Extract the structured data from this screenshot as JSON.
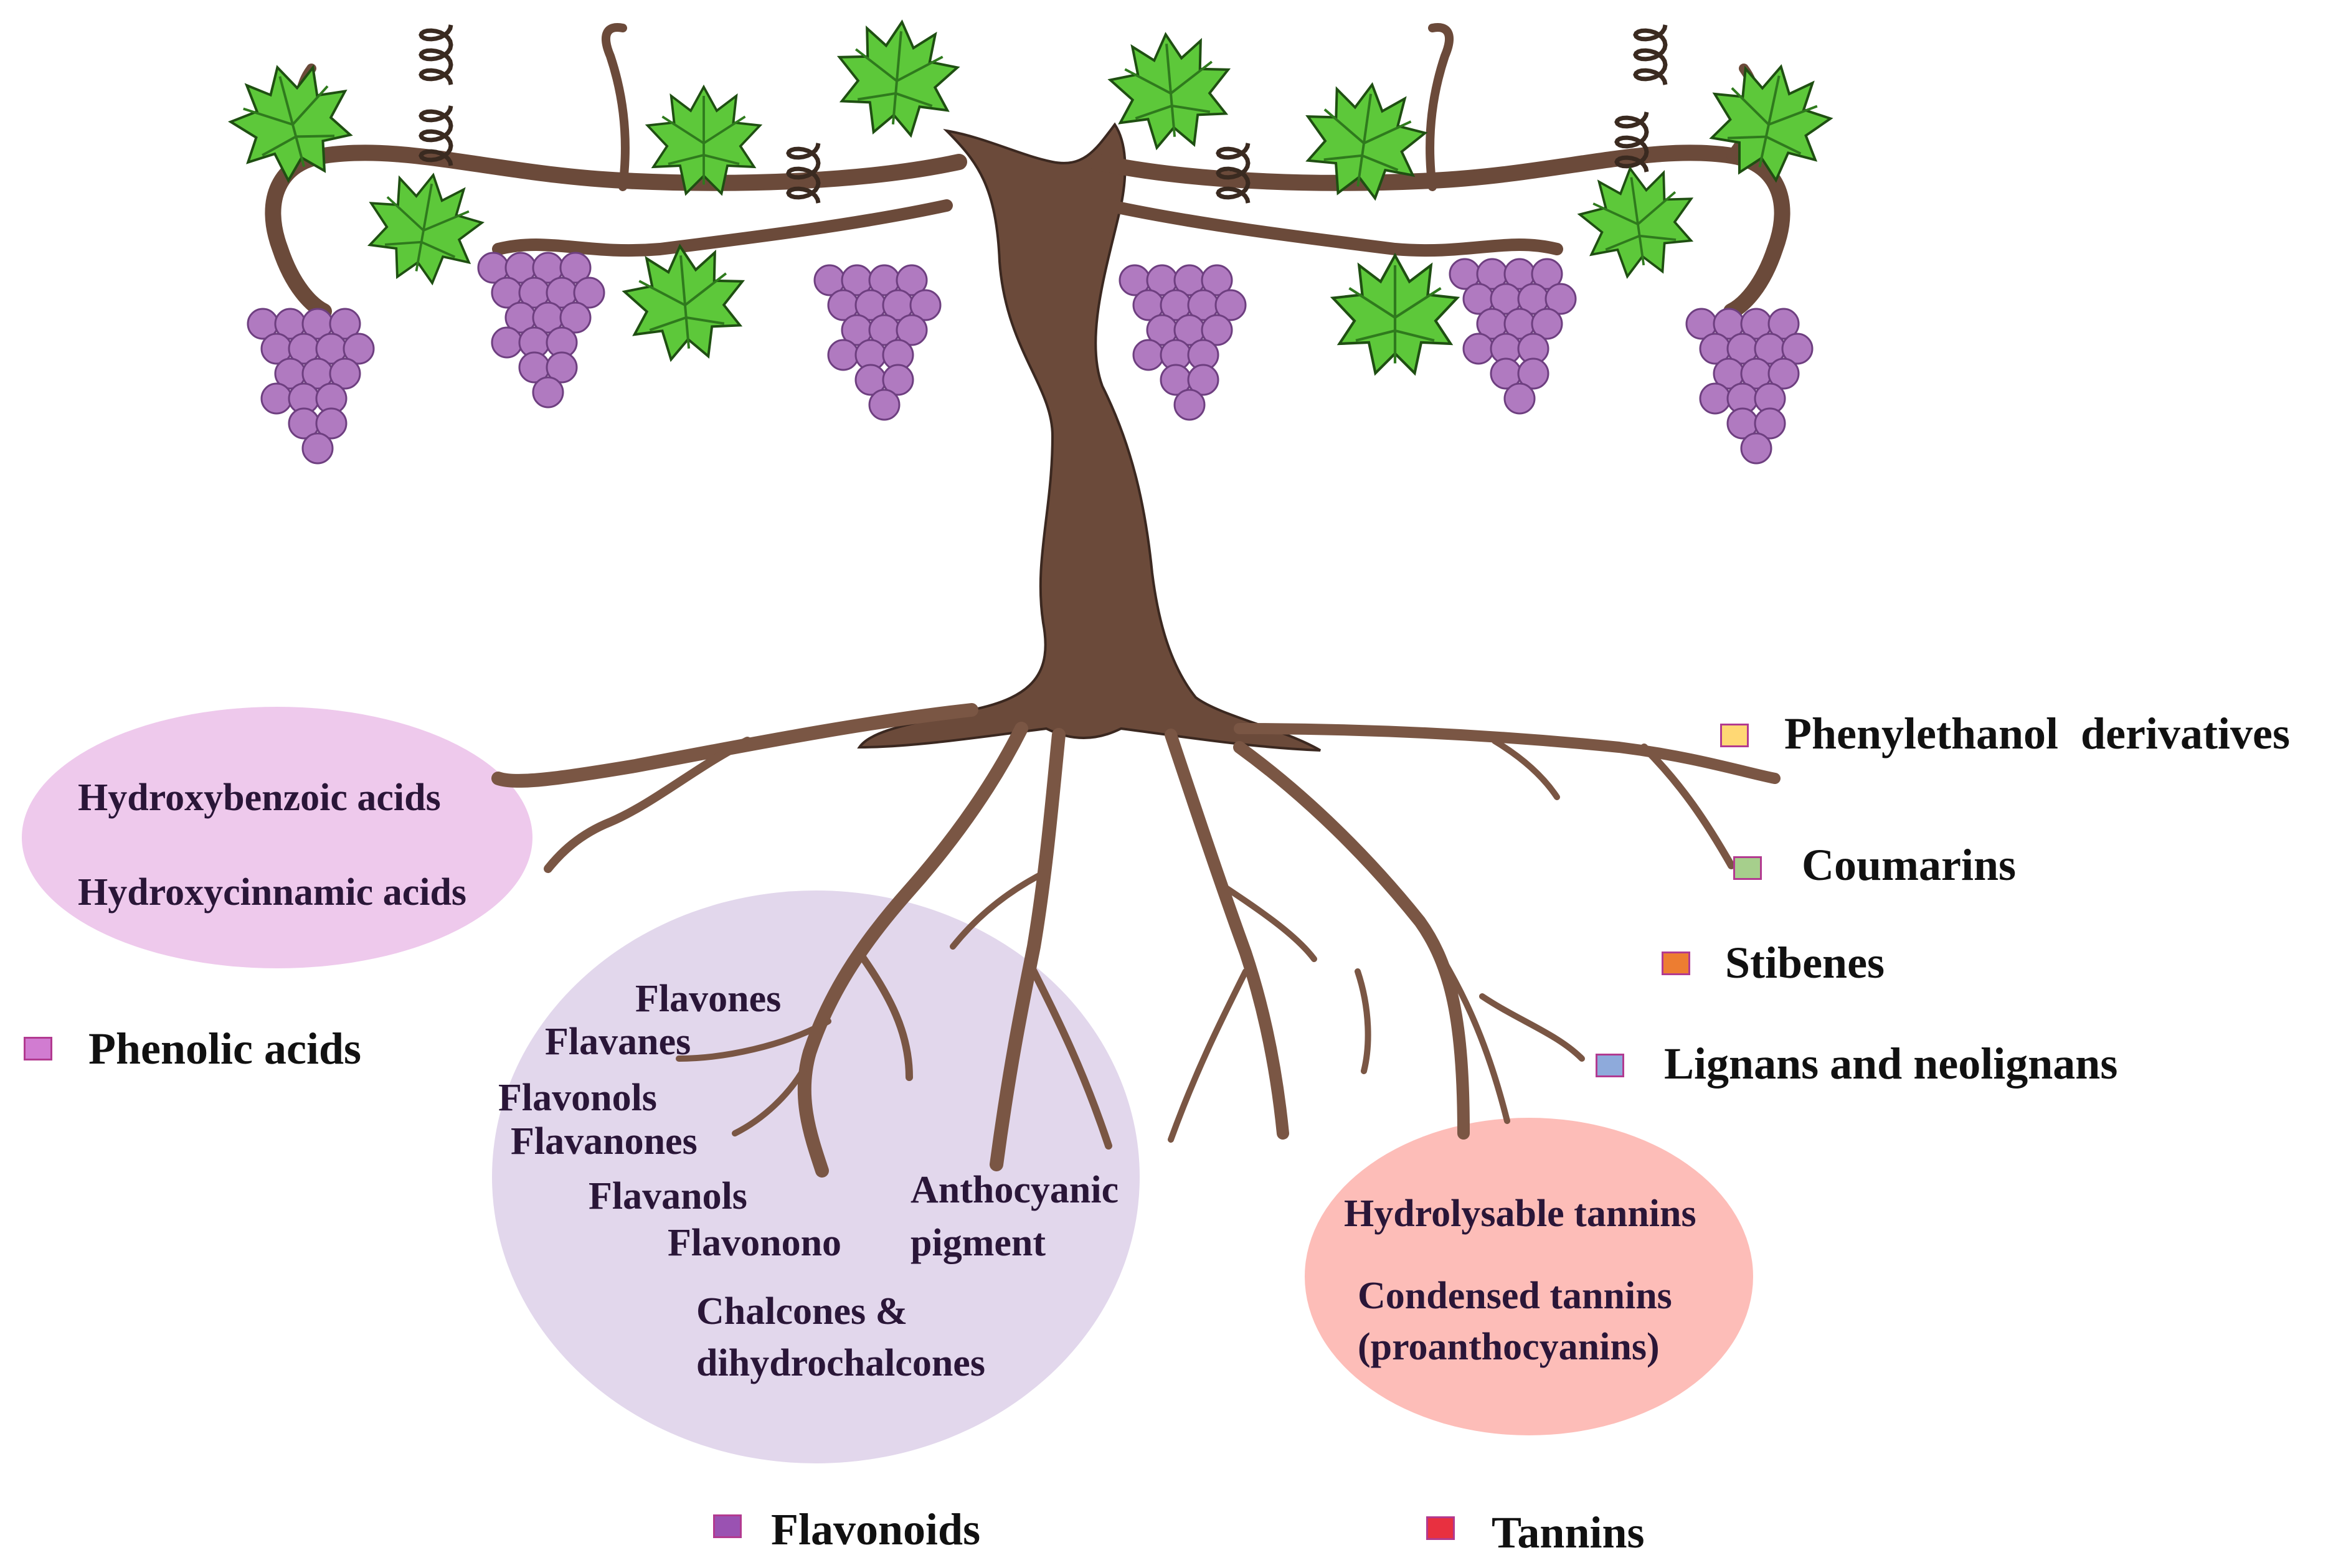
{
  "diagram": {
    "phenolic_acids": {
      "legend": "Phenolic acids",
      "color": "#d17cd1",
      "bubble_color": "#eec9ec",
      "items": [
        "Hydroxybenzoic acids",
        "Hydroxycinnamic acids"
      ]
    },
    "flavonoids": {
      "legend": "Flavonoids",
      "color": "#9a52b2",
      "bubble_color": "#e2d7ec",
      "items": [
        "Flavones",
        "Flavanes",
        "Flavonols",
        "Flavanones",
        "Flavanols",
        "Flavonono",
        "Anthocyanic",
        "pigment",
        "Chalcones &",
        "dihydrochalcones"
      ]
    },
    "tannins": {
      "legend": "Tannins",
      "color": "#e83040",
      "bubble_color": "#fdbdb8",
      "items": [
        "Hydrolysable tannins",
        "Condensed tannins",
        "(proanthocyanins)"
      ]
    },
    "other_classes": [
      {
        "label": "Phenylethanol  derivatives",
        "color": "#ffd874"
      },
      {
        "label": "Coumarins",
        "color": "#a6cf8c"
      },
      {
        "label": "Stibenes",
        "color": "#ed7d31"
      },
      {
        "label": "Lignans and neolignans",
        "color": "#8eaadb"
      }
    ],
    "illustration": {
      "trunk_color": "#6b4a3a",
      "root_color": "#7a5644",
      "leaf_color": "#5dc83a",
      "leaf_vein_color": "#2f7a1d",
      "grape_color": "#b07ac0",
      "tendril_color": "#3a2a20"
    }
  }
}
